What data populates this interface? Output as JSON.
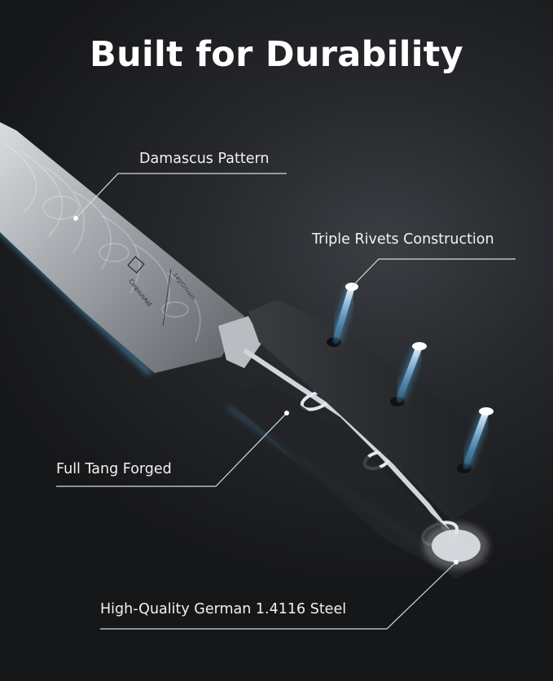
{
  "title": "Built for Durability",
  "callouts": {
    "damascus": "Damascus Pattern",
    "rivets": "Triple Rivets Construction",
    "tang": "Full Tang Forged",
    "steel": "High-Quality German 1.4116 Steel"
  },
  "blade_text": {
    "brand": "CoquusAid",
    "series": "Legitimism"
  },
  "colors": {
    "accent_glow": "#5fc4ff",
    "handle": "#2e3034",
    "background": "#1a1b1d"
  }
}
